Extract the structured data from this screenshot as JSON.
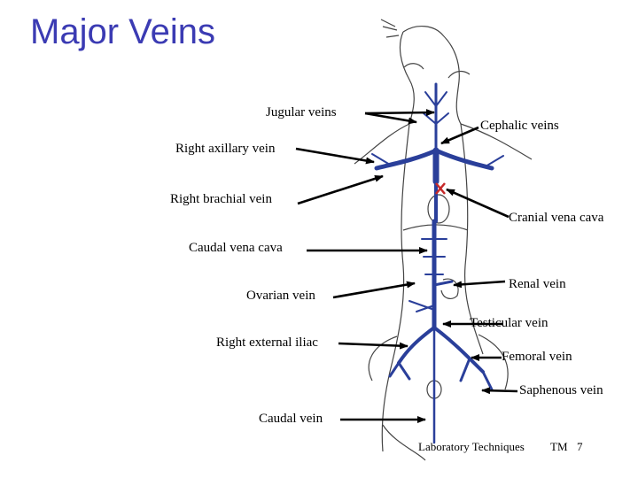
{
  "title": "Major Veins",
  "labels": {
    "jugular": "Jugular veins",
    "cephalic": "Cephalic veins",
    "right_axillary": "Right axillary vein",
    "right_brachial": "Right brachial vein",
    "cranial_vena_cava": "Cranial vena cava",
    "caudal_vena_cava": "Caudal vena cava",
    "renal": "Renal vein",
    "ovarian": "Ovarian vein",
    "testicular": "Testicular vein",
    "right_external_iliac": "Right external iliac",
    "femoral": "Femoral vein",
    "saphenous": "Saphenous vein",
    "caudal": "Caudal vein"
  },
  "footer": {
    "course": "Laboratory Techniques",
    "code": "TM",
    "page": "7"
  },
  "colors": {
    "title": "#3b3bb3",
    "vein": "#2a3f9a",
    "cut_mark": "#c62828"
  }
}
